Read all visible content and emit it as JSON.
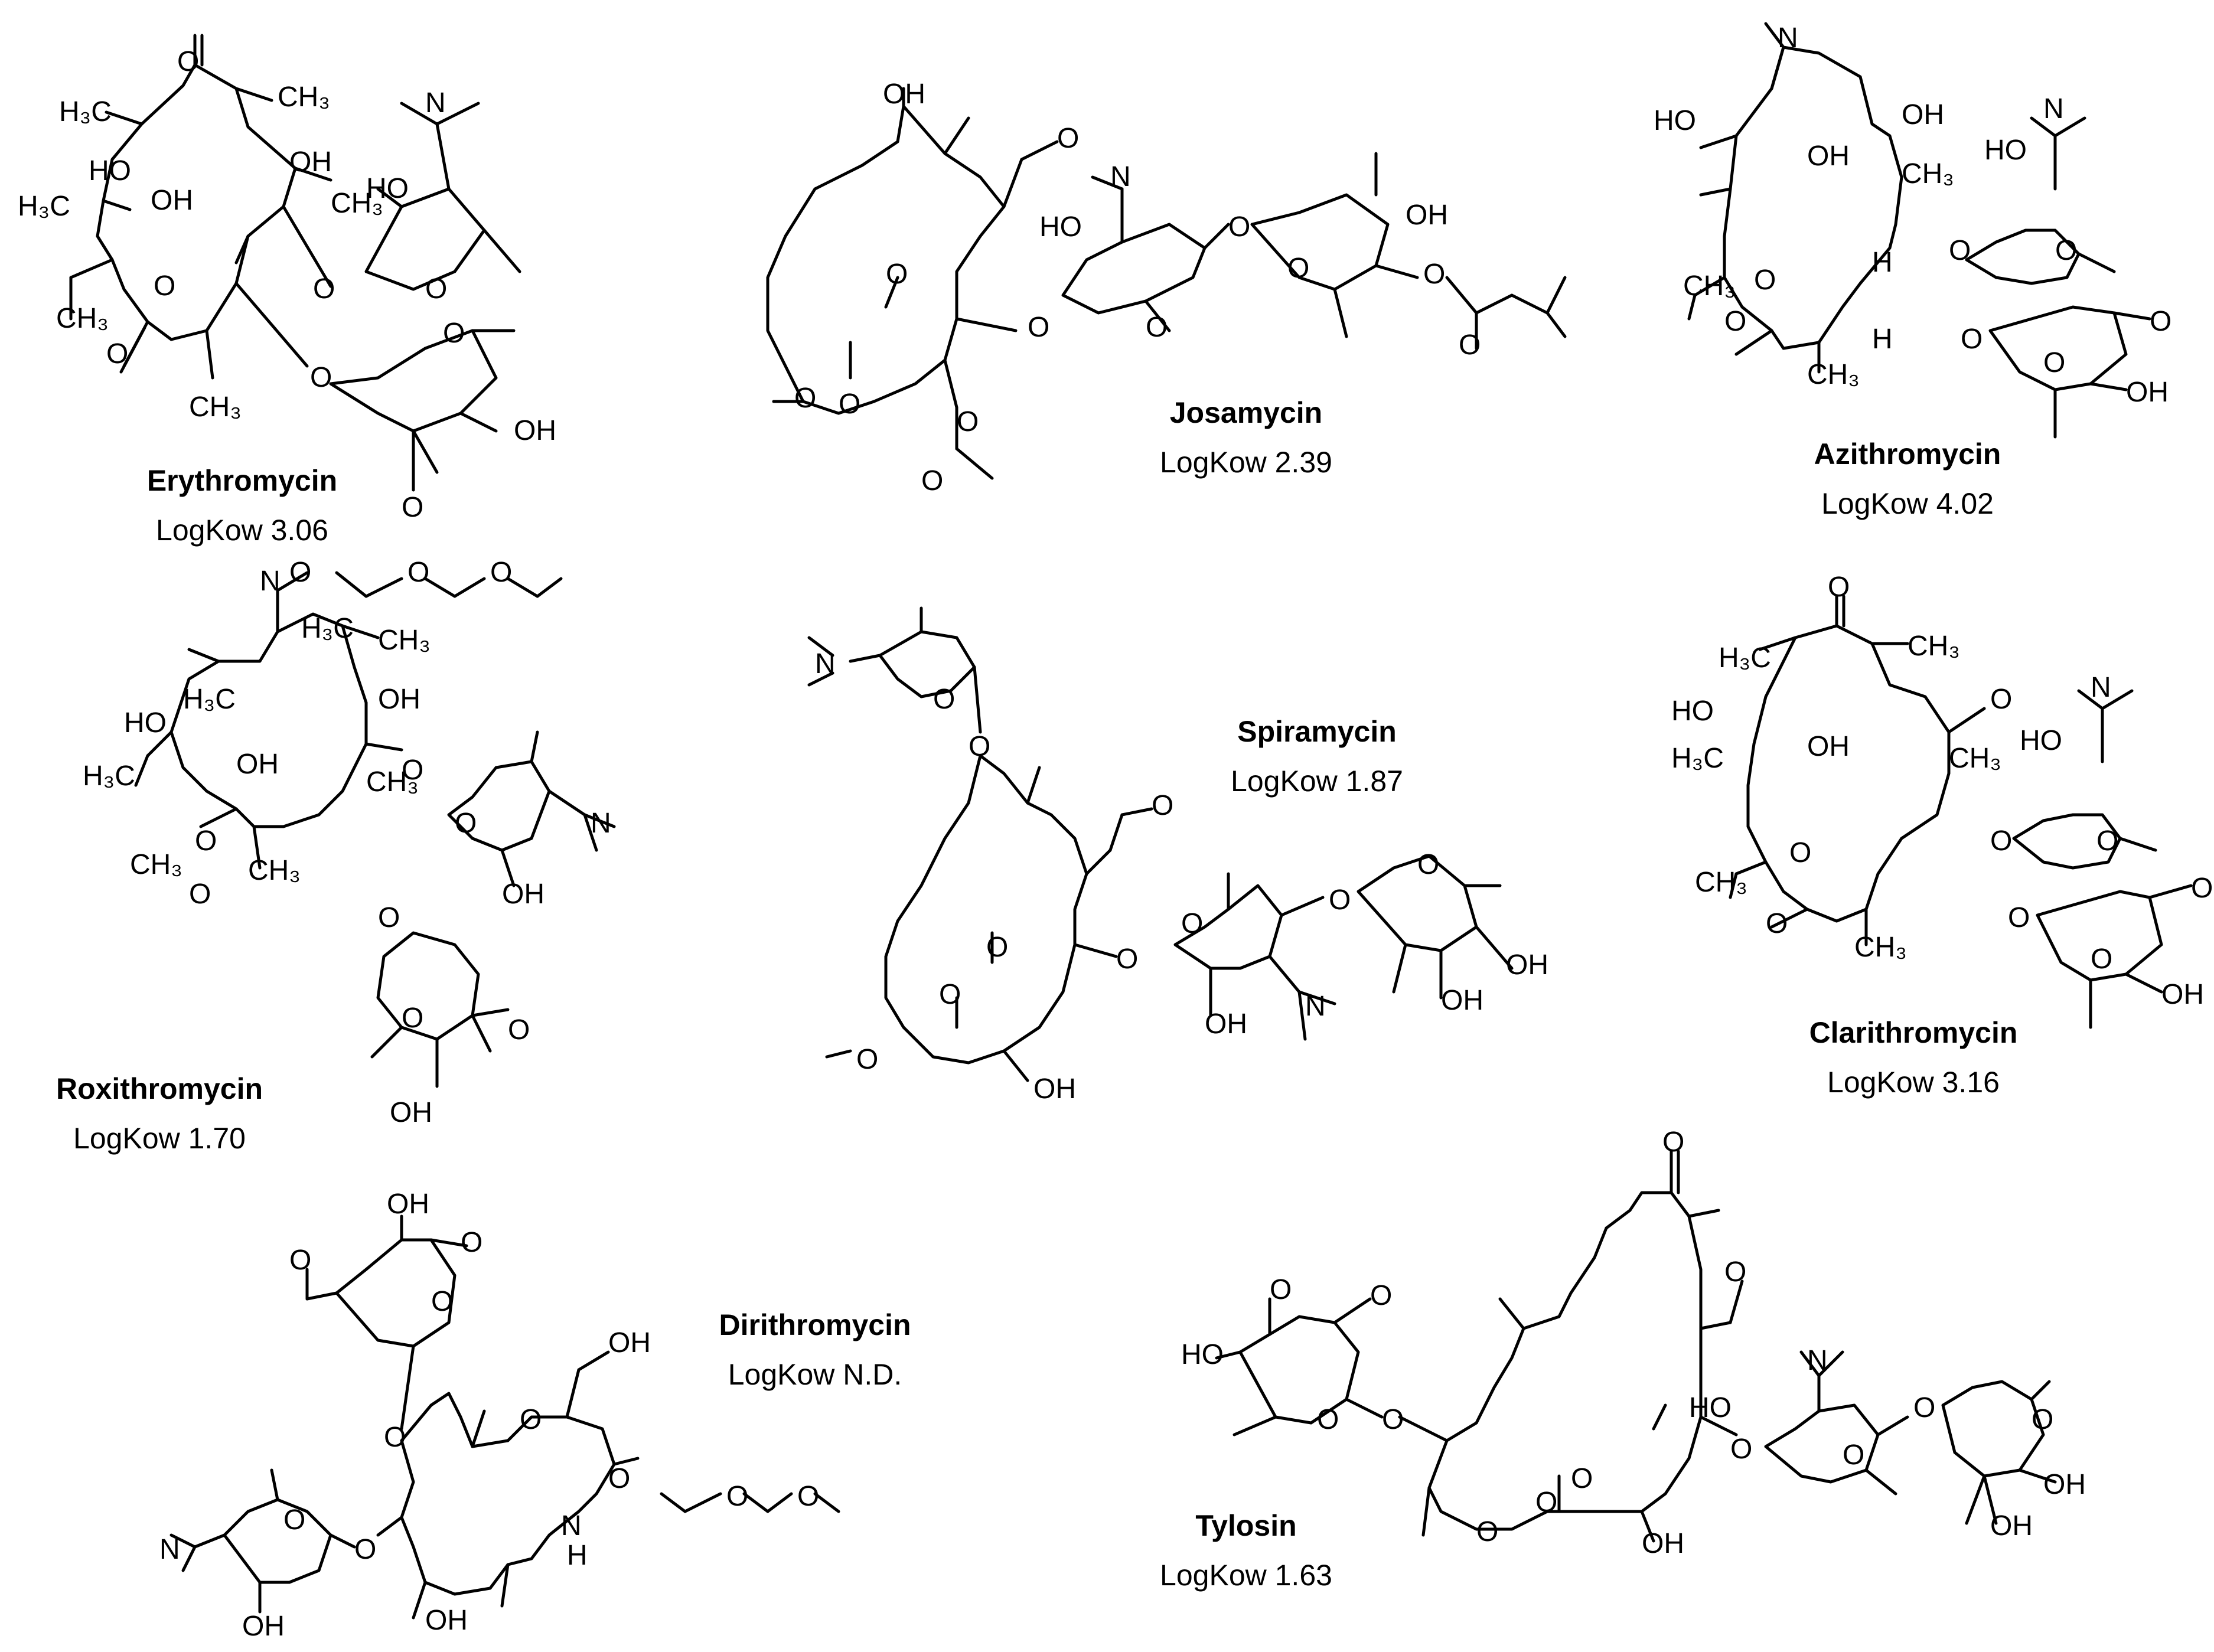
{
  "compounds": [
    {
      "name": "Erythromycin",
      "logkow": "LogKow 3.06"
    },
    {
      "name": "Josamycin",
      "logkow": "LogKow 2.39"
    },
    {
      "name": "Azithromycin",
      "logkow": "LogKow 4.02"
    },
    {
      "name": "Roxithromycin",
      "logkow": "LogKow 1.70"
    },
    {
      "name": "Spiramycin",
      "logkow": "LogKow 1.87"
    },
    {
      "name": "Clarithromycin",
      "logkow": "LogKow 3.16"
    },
    {
      "name": "Dirithromycin",
      "logkow": "LogKow N.D."
    },
    {
      "name": "Tylosin",
      "logkow": "LogKow 1.63"
    }
  ]
}
